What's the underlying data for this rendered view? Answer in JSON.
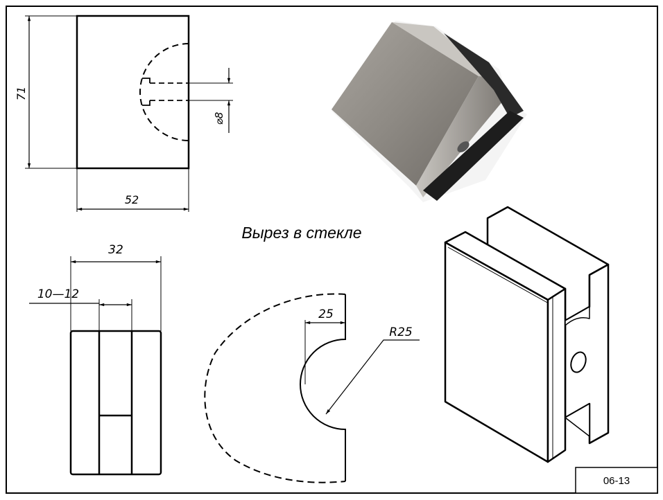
{
  "drawing": {
    "front_view": {
      "height_dim": "71",
      "width_dim": "52",
      "hole_dim": "⌀8"
    },
    "caption": "Вырез в стекле",
    "side_view": {
      "width_dim": "32",
      "glass_dim": "10—12"
    },
    "cutout": {
      "depth_dim": "25",
      "radius_dim": "R25"
    },
    "title_block": {
      "code": "06-13"
    }
  }
}
